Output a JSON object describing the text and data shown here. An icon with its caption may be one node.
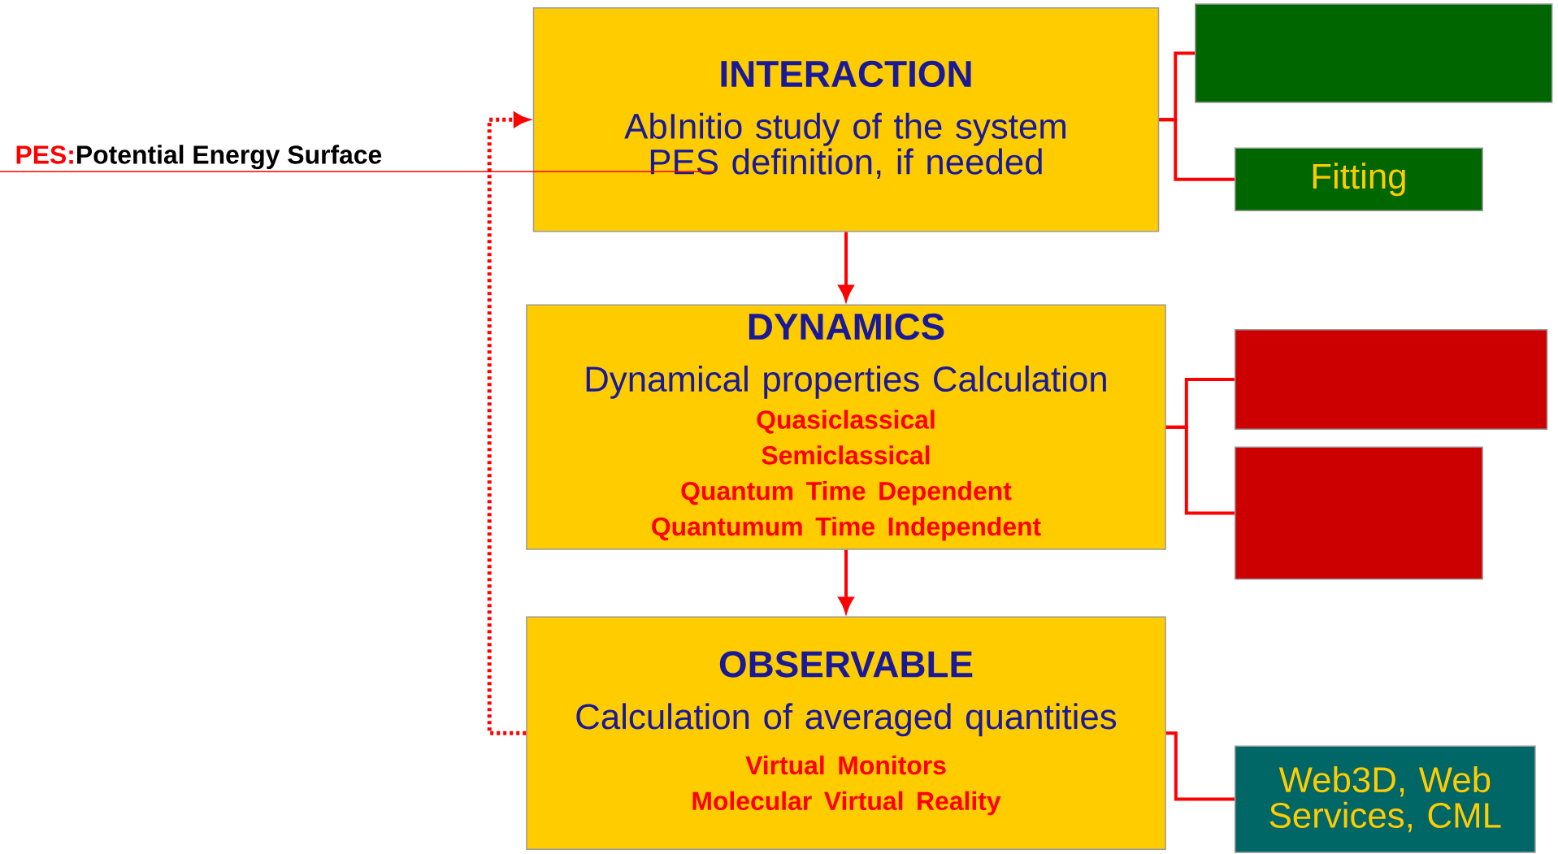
{
  "diagram": {
    "nodes": [
      {
        "text": [
          "INTERACTION",
          "AbInitio study of the system PES definition, if needed"
        ]
      },
      {
        "text": [
          "DYNAMICS",
          "Dynamical properties Calculation",
          "Quasiclassical",
          "Semiclassical",
          "Quantum Time Dependent",
          "Quantumum Time Independent"
        ]
      },
      {
        "text": [
          "OBSERVABLE",
          "Calculation of averaged quantities",
          "Virtual Monitors",
          "Molecular Virtual Reality"
        ]
      },
      {
        "text": [],
        "shape": "box"
      },
      {
        "text": [
          "Fitting"
        ]
      },
      {
        "text": [],
        "shape": "box"
      },
      {
        "text": [],
        "shape": "box"
      },
      {
        "text": [
          "Web3D, Web Services, CML"
        ]
      },
      {
        "text": [
          "PES:",
          "Potential Energy Surface"
        ]
      }
    ],
    "edges": [
      {
        "from": 0,
        "to": 1,
        "arrow": "to"
      },
      {
        "from": 1,
        "to": 2,
        "arrow": "to"
      },
      {
        "from": 2,
        "to": 0,
        "arrow": "to",
        "style": "dashed"
      },
      {
        "from": 0,
        "to": 3,
        "arrow": "none"
      },
      {
        "from": 0,
        "to": 4,
        "arrow": "none"
      },
      {
        "from": 1,
        "to": 5,
        "arrow": "none"
      },
      {
        "from": 1,
        "to": 6,
        "arrow": "none"
      },
      {
        "from": 2,
        "to": 7,
        "arrow": "none"
      },
      {
        "from": 8,
        "to": 0,
        "arrow": "none"
      }
    ]
  }
}
